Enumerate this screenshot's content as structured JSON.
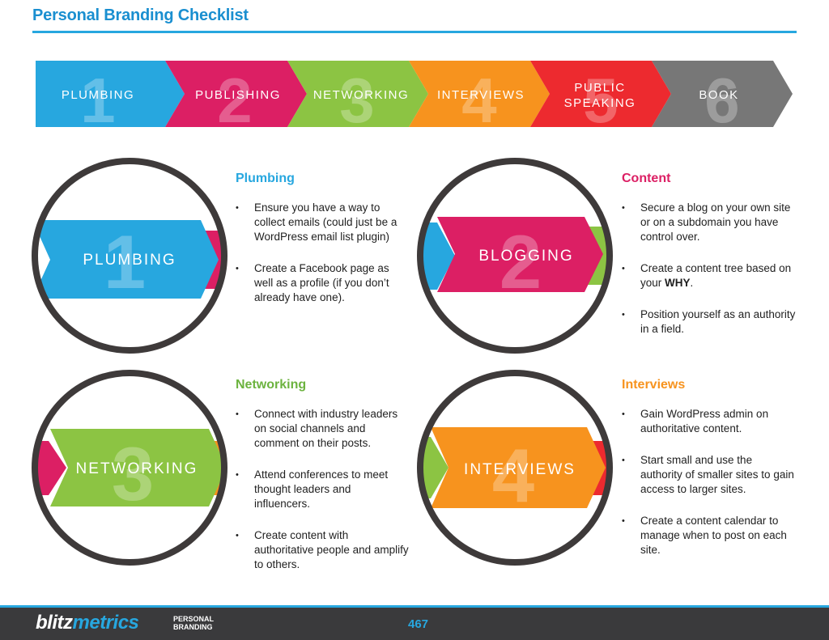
{
  "document": {
    "title": "Personal Branding Checklist"
  },
  "colors": {
    "blue": "#27a7df",
    "pink": "#dc1f64",
    "green": "#8cc443",
    "orange": "#f7931e",
    "red": "#ed2a2f",
    "gray": "#777777",
    "ring": "#3e3a3a"
  },
  "steps": [
    {
      "number": "1",
      "label": "PLUMBING",
      "color": "#27a7df"
    },
    {
      "number": "2",
      "label": "PUBLISHING",
      "color": "#dc1f64"
    },
    {
      "number": "3",
      "label": "NETWORKING",
      "color": "#8cc443"
    },
    {
      "number": "4",
      "label": "INTERVIEWS",
      "color": "#f7931e"
    },
    {
      "number": "5",
      "label_line1": "PUBLIC",
      "label_line2": "SPEAKING",
      "color": "#ed2a2f"
    },
    {
      "number": "6",
      "label": "BOOK",
      "color": "#777777"
    }
  ],
  "circles": [
    {
      "number": "1",
      "label": "PLUMBING"
    },
    {
      "number": "2",
      "label": "BLOGGING"
    },
    {
      "number": "3",
      "label": "NETWORKING"
    },
    {
      "number": "4",
      "label": "INTERVIEWS"
    }
  ],
  "sections": {
    "plumbing": {
      "heading": "Plumbing",
      "items": [
        "Ensure you have a way to collect emails (could just be a WordPress email list plugin)",
        "Create a Facebook page as well as a profile (if you don’t already have one)."
      ]
    },
    "content": {
      "heading": "Content",
      "item1": "Secure a blog on your own site or on a subdomain you have control over.",
      "item2_prefix": "Create a content tree based on your ",
      "item2_bold": "WHY",
      "item2_suffix": ".",
      "item3": "Position yourself as an authority in a field."
    },
    "networking": {
      "heading": "Networking",
      "items": [
        "Connect with industry leaders on social channels and comment on their posts.",
        "Attend conferences to meet thought leaders and influencers.",
        "Create content with authoritative people and amplify to others."
      ]
    },
    "interviews": {
      "heading": "Interviews",
      "items": [
        "Gain WordPress admin on authoritative content.",
        "Start small and use the authority of smaller sites to gain access to larger sites.",
        "Create a content calendar to manage when to post on each site."
      ]
    }
  },
  "footer": {
    "brand_part1": "blitz",
    "brand_part2": "metrics",
    "tab_line1": "PERSONAL",
    "tab_line2": "BRANDING",
    "page_number": "467"
  }
}
